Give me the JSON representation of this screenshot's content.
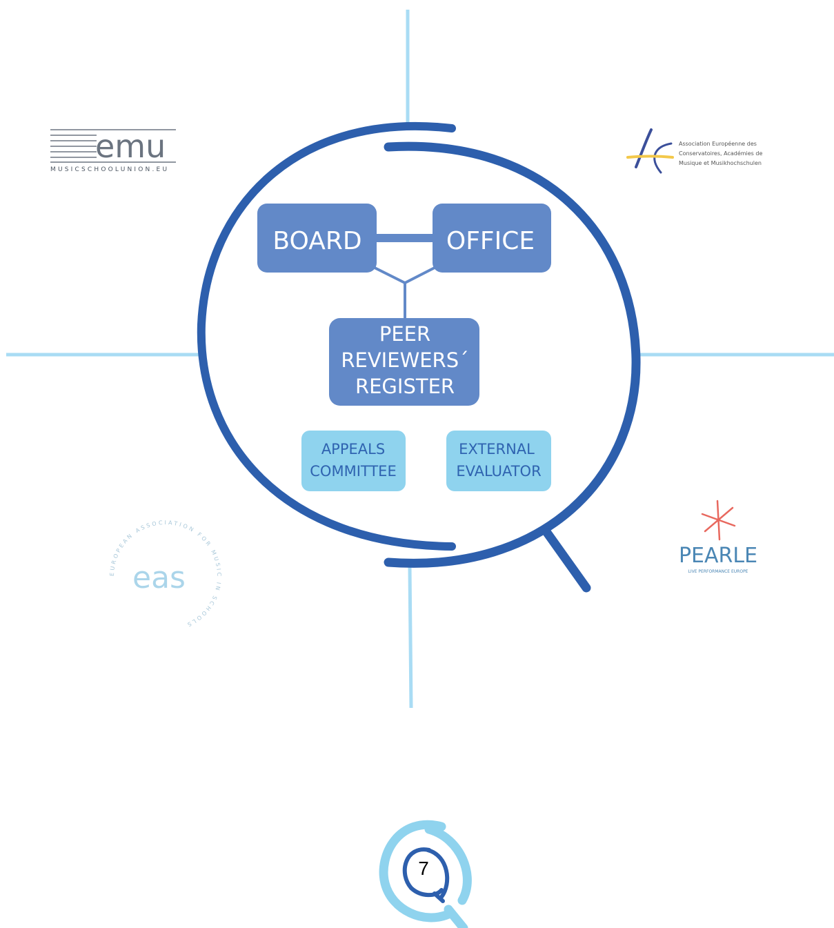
{
  "colors": {
    "dark_blue": "#2d5fad",
    "mid_blue": "#6289c8",
    "light_blue": "#8fd3ee",
    "pale_line": "#a9dcf4",
    "yellow": "#f3c84a",
    "coral": "#e8685e"
  },
  "diagram": {
    "boxes": {
      "board": "BOARD",
      "office": "OFFICE",
      "register": [
        "PEER",
        "REVIEWERS´",
        "REGISTER"
      ],
      "appeals": [
        "APPEALS",
        "COMMITTEE"
      ],
      "external": [
        "EXTERNAL",
        "EVALUATOR"
      ]
    }
  },
  "logos": {
    "emu": {
      "wordmark": "emu",
      "tagline": "MUSICSCHOOLUNION.EU"
    },
    "aec": {
      "lines": [
        "Association Européenne des",
        "Conservatoires, Académies de",
        "Musique et Musikhochschulen"
      ]
    },
    "eas": {
      "mark": "eas",
      "ring_text": "EUROPEAN ASSOCIATION FOR MUSIC IN SCHOOLS"
    },
    "pearle": {
      "name": "PEARLE",
      "tagline": "LIVE PERFORMANCE EUROPE"
    }
  },
  "footer": {
    "page_number": "7"
  }
}
